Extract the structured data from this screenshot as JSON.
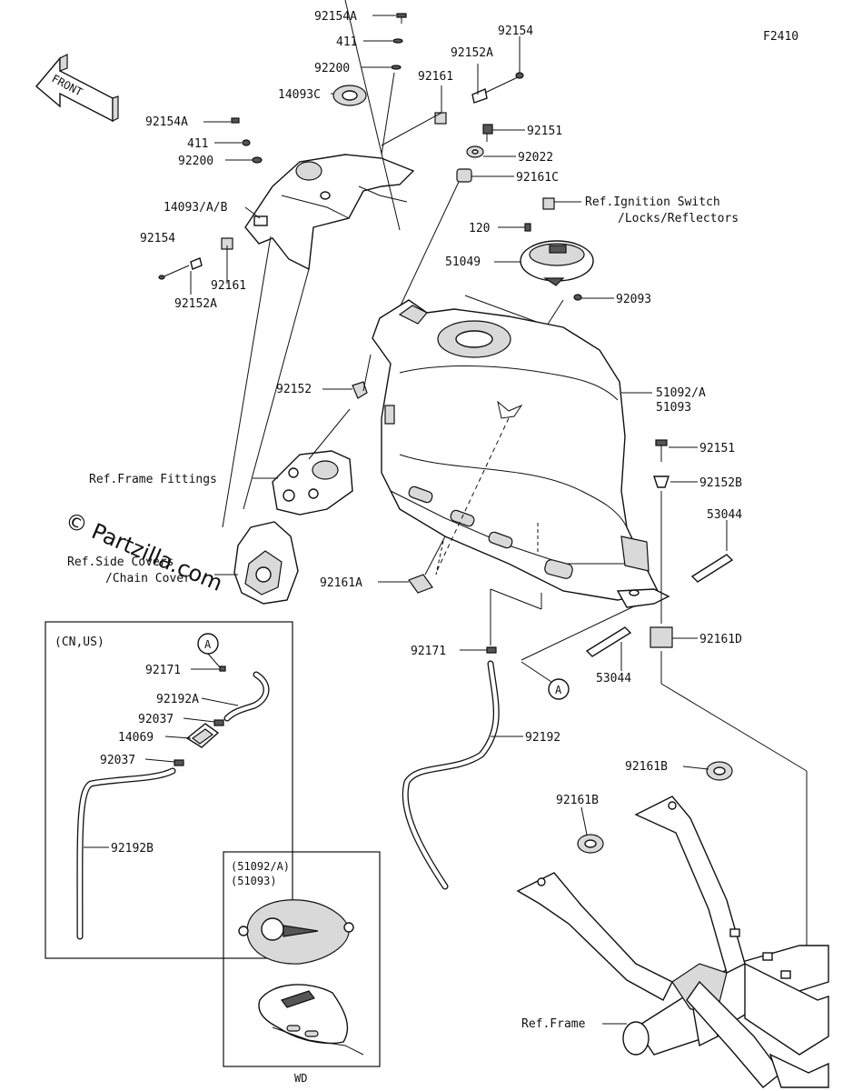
{
  "figure_code": "F2410",
  "direction_label": "FRONT",
  "watermark": "© Partzilla.com",
  "labels": {
    "p92154A_top": "92154A",
    "p411_top": "411",
    "p92200_top": "92200",
    "p14093C": "14093C",
    "p92154A_left": "92154A",
    "p411_left": "411",
    "p92200_left": "92200",
    "p14093AB": "14093/A/B",
    "p92154_left": "92154",
    "p92161_left": "92161",
    "p92152A_left": "92152A",
    "p92161_top": "92161",
    "p92152A_top": "92152A",
    "p92154_top": "92154",
    "p92151_top": "92151",
    "p92022": "92022",
    "p92161C": "92161C",
    "ref_ignition_1": "Ref.Ignition Switch",
    "ref_ignition_2": "/Locks/Reflectors",
    "p120": "120",
    "p51049": "51049",
    "p92093": "92093",
    "p92152_mid": "92152",
    "p51092A": "51092/A",
    "p51093": "51093",
    "p92151_right": "92151",
    "p92152B": "92152B",
    "p53044_right": "53044",
    "ref_frame_fittings": "Ref.Frame Fittings",
    "ref_side_covers_1": "Ref.Side Covers",
    "ref_side_covers_2": "/Chain Cover",
    "p92161A": "92161A",
    "p92171_main": "92171",
    "p53044_mid": "53044",
    "p92161D": "92161D",
    "callout_a_main": "A",
    "p92192": "92192",
    "p92161B_right": "92161B",
    "p92161B_left": "92161B",
    "ref_frame": "Ref.Frame"
  },
  "inset_cn_us": {
    "title": "(CN,US)",
    "callout": "A",
    "p92171": "92171",
    "p92192A": "92192A",
    "p92037_top": "92037",
    "p14069": "14069",
    "p92037_bottom": "92037",
    "p92192B": "92192B"
  },
  "inset_tank": {
    "line1": "(51092/A)",
    "line2": "(51093)",
    "footer": "WD"
  }
}
